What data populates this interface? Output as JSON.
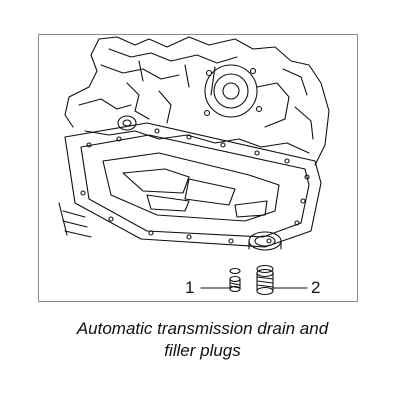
{
  "diagram": {
    "callouts": [
      {
        "id": "1",
        "label": "1"
      },
      {
        "id": "2",
        "label": "2"
      }
    ]
  },
  "caption": {
    "line1": "Automatic transmission drain and",
    "line2": "filler plugs"
  }
}
